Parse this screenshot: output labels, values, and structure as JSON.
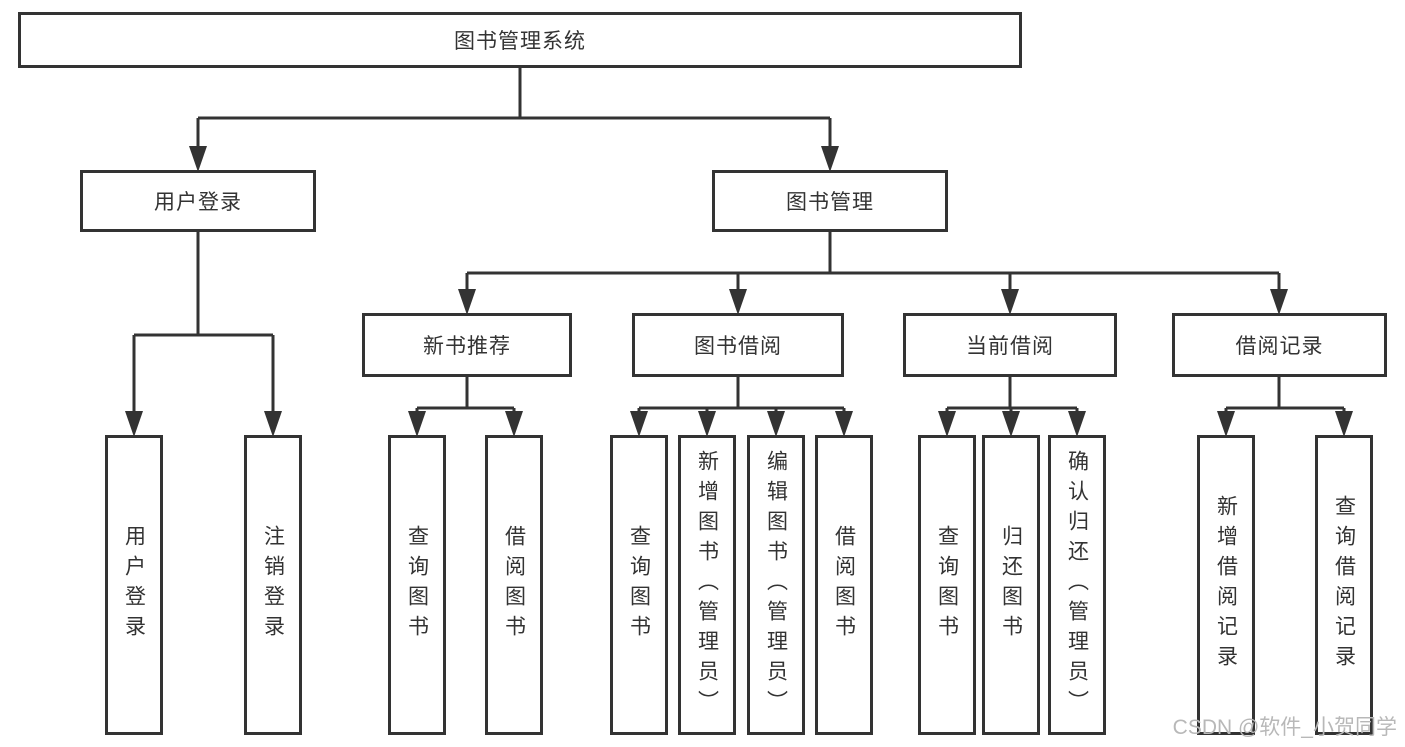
{
  "diagram": {
    "type": "hierarchy-tree",
    "title": "图书管理系统",
    "nodes": {
      "root": "图书管理系统",
      "user_login": "用户登录",
      "book_management": "图书管理",
      "new_book_recommend": "新书推荐",
      "book_borrowing": "图书借阅",
      "current_borrowing": "当前借阅",
      "borrowing_records": "借阅记录",
      "leaf_user_login": "用户登录",
      "leaf_logout": "注销登录",
      "leaf_recommend_query_books": "查询图书",
      "leaf_recommend_borrow_books": "借阅图书",
      "leaf_borrowing_query_books": "查询图书",
      "leaf_borrowing_add_books": "新增图书（管理员）",
      "leaf_borrowing_edit_books": "编辑图书（管理员）",
      "leaf_borrowing_borrow_books": "借阅图书",
      "leaf_current_query_books": "查询图书",
      "leaf_current_return_books": "归还图书",
      "leaf_current_confirm_return": "确认归还（管理员）",
      "leaf_records_add_record": "新增借阅记录",
      "leaf_records_query_record": "查询借阅记录"
    },
    "structure": {
      "图书管理系统": {
        "用户登录": [
          "用户登录",
          "注销登录"
        ],
        "图书管理": {
          "新书推荐": [
            "查询图书",
            "借阅图书"
          ],
          "图书借阅": [
            "查询图书",
            "新增图书（管理员）",
            "编辑图书（管理员）",
            "借阅图书"
          ],
          "当前借阅": [
            "查询图书",
            "归还图书",
            "确认归还（管理员）"
          ],
          "借阅记录": [
            "新增借阅记录",
            "查询借阅记录"
          ]
        }
      }
    }
  },
  "watermark": {
    "text": "CSDN @软件_小贺同学"
  },
  "colors": {
    "line": "#333333",
    "box_border": "#333333",
    "text": "#333333",
    "watermark": "#b8b8b8",
    "background": "#ffffff"
  }
}
